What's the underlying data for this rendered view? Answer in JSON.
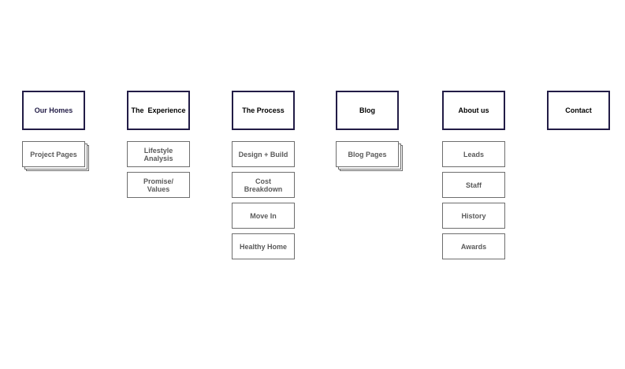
{
  "sitemap": {
    "our_homes": {
      "label": "Our Homes",
      "pages": "Project Pages"
    },
    "experience": {
      "label": "The  Experience",
      "items": [
        "Lifestyle Analysis",
        "Promise/ Values"
      ]
    },
    "process": {
      "label": "The Process",
      "items": [
        "Design + Build",
        "Cost Breakdown",
        "Move In",
        "Healthy Home"
      ]
    },
    "blog": {
      "label": "Blog",
      "pages": "Blog Pages"
    },
    "about": {
      "label": "About us",
      "items": [
        "Leads",
        "Staff",
        "History",
        "Awards"
      ]
    },
    "contact": {
      "label": "Contact"
    }
  },
  "colors": {
    "primary_border": "#221c46",
    "secondary_border": "#6e6e6e",
    "secondary_text": "#5a5a5a"
  }
}
